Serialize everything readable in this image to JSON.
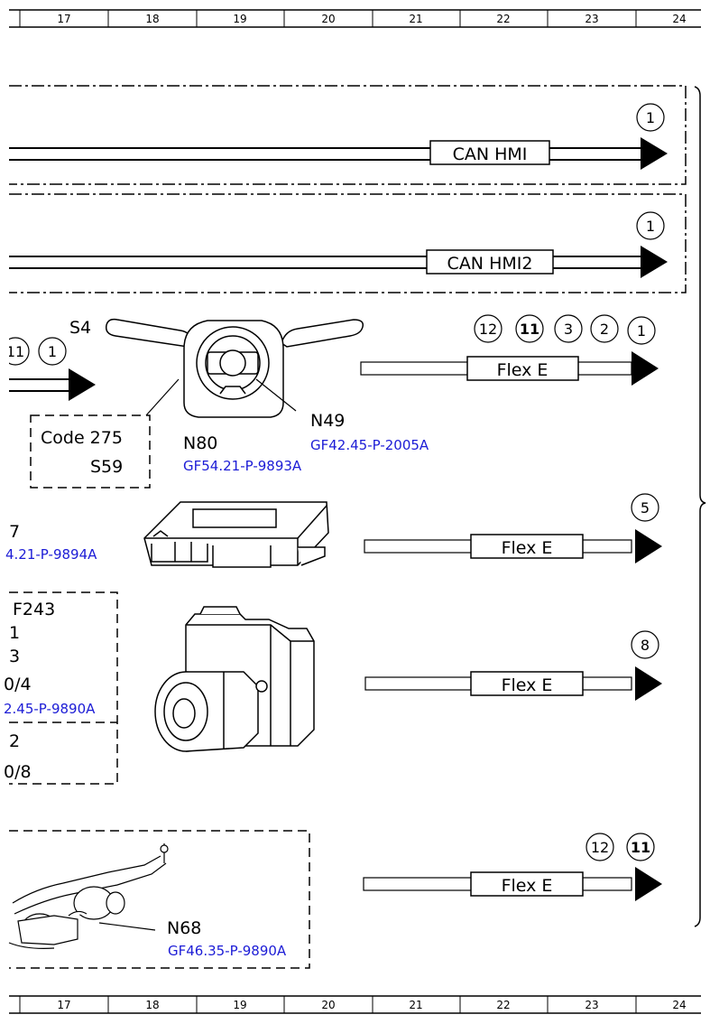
{
  "ruler": {
    "columns": [
      "17",
      "18",
      "19",
      "20",
      "21",
      "22",
      "23",
      "24"
    ]
  },
  "bus_lines": [
    {
      "label": "CAN HMI",
      "markers": [
        "1"
      ]
    },
    {
      "label": "CAN HMI2",
      "markers": [
        "1"
      ]
    }
  ],
  "s4_group": {
    "left_markers": [
      "11",
      "1"
    ],
    "s4_label": "S4",
    "code_box": {
      "code": "Code 275",
      "sub": "S59"
    },
    "n80": {
      "label": "N80",
      "ref": "GF54.21-P-9893A"
    },
    "n49": {
      "label": "N49",
      "ref": "GF42.45-P-2005A"
    },
    "flex": {
      "label": "Flex E",
      "markers": [
        "12",
        "11",
        "3",
        "2",
        "1"
      ]
    }
  },
  "module_group": {
    "partial_label": "7",
    "partial_ref": "4.21-P-9894A",
    "flex": {
      "label": "Flex E",
      "markers": [
        "5"
      ]
    }
  },
  "abs_group": {
    "box_lines": [
      "F243",
      "1",
      "3",
      "0/4"
    ],
    "box_ref": "2.45-P-9890A",
    "box_lines2": [
      "2",
      "0/8"
    ],
    "flex": {
      "label": "Flex E",
      "markers": [
        "8"
      ]
    }
  },
  "steering_group": {
    "label": "N68",
    "ref": "GF46.35-P-9890A",
    "flex": {
      "label": "Flex E",
      "markers": [
        "12",
        "11"
      ]
    }
  }
}
